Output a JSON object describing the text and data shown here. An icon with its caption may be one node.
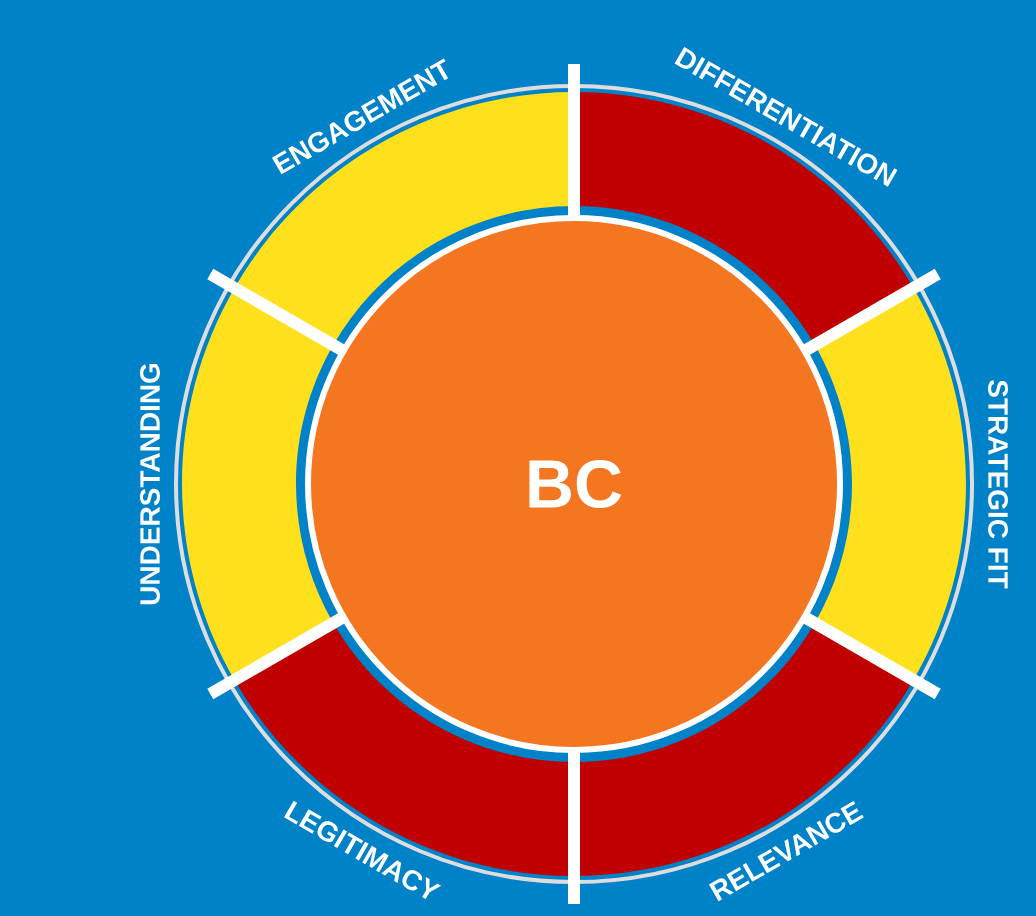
{
  "diagram": {
    "nodes": [
      {
        "text": [
          "BC"
        ]
      },
      {
        "text": [
          "ENGAGEMENT"
        ]
      },
      {
        "text": [
          "DIFFERENTIATION"
        ]
      },
      {
        "text": [
          "STRATEGIC FIT"
        ]
      },
      {
        "text": [
          "RELEVANCE"
        ]
      },
      {
        "text": [
          "LEGITIMACY"
        ]
      },
      {
        "text": [
          "UNDERSTANDING"
        ]
      }
    ],
    "edges": []
  }
}
